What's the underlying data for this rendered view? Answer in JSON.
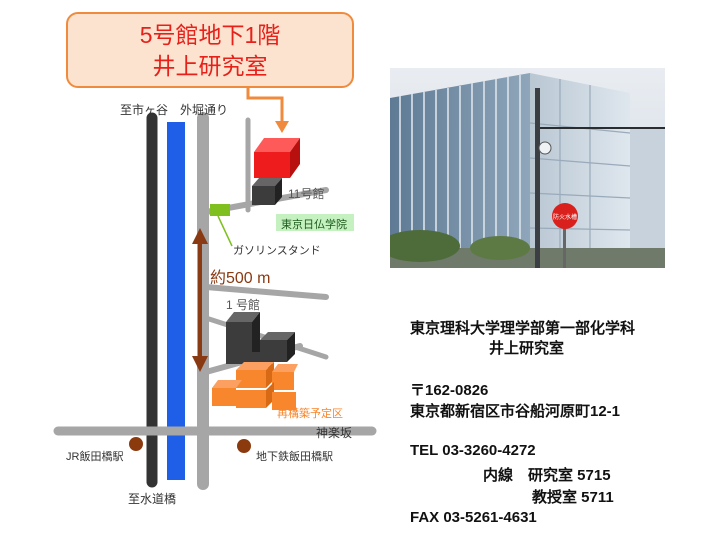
{
  "callout": {
    "line1": "5号館地下1階",
    "line2": "井上研究室"
  },
  "map": {
    "labels": {
      "ichigaya": "至市ヶ谷",
      "sotobori": "外堀通り",
      "bldg11": "11号館",
      "bukkyo": "東京日仏学院",
      "gas": "ガソリンスタンド",
      "distance": "約500 m",
      "bldg1": "1 号館",
      "redev": "再構築予定区",
      "kagurazaka": "神楽坂",
      "jr_station": "JR飯田橋駅",
      "metro_station": "地下鉄飯田橋駅",
      "suidobashi": "至水道橋"
    },
    "colors": {
      "rail": "#333333",
      "river": "#1f5fe8",
      "road": "#a6a6a6",
      "target": "#ee1c1c",
      "building": "#3c3c3c",
      "redev": "#f7862d",
      "gas": "#7fbf1f",
      "arrow": "#8a3a12",
      "station": "#8b3a0e"
    }
  },
  "photo": {
    "sign_text": "防火水槽"
  },
  "info": {
    "dept": "東京理科大学理学部第一部化学科",
    "lab": "井上研究室",
    "postal": "〒162-0826",
    "address": "東京都新宿区市谷船河原町12-1",
    "tel": "TEL 03-3260-4272",
    "ext_lab": "内線　研究室 5715",
    "ext_prof": "教授室 5711",
    "fax": "FAX 03-5261-4631"
  }
}
